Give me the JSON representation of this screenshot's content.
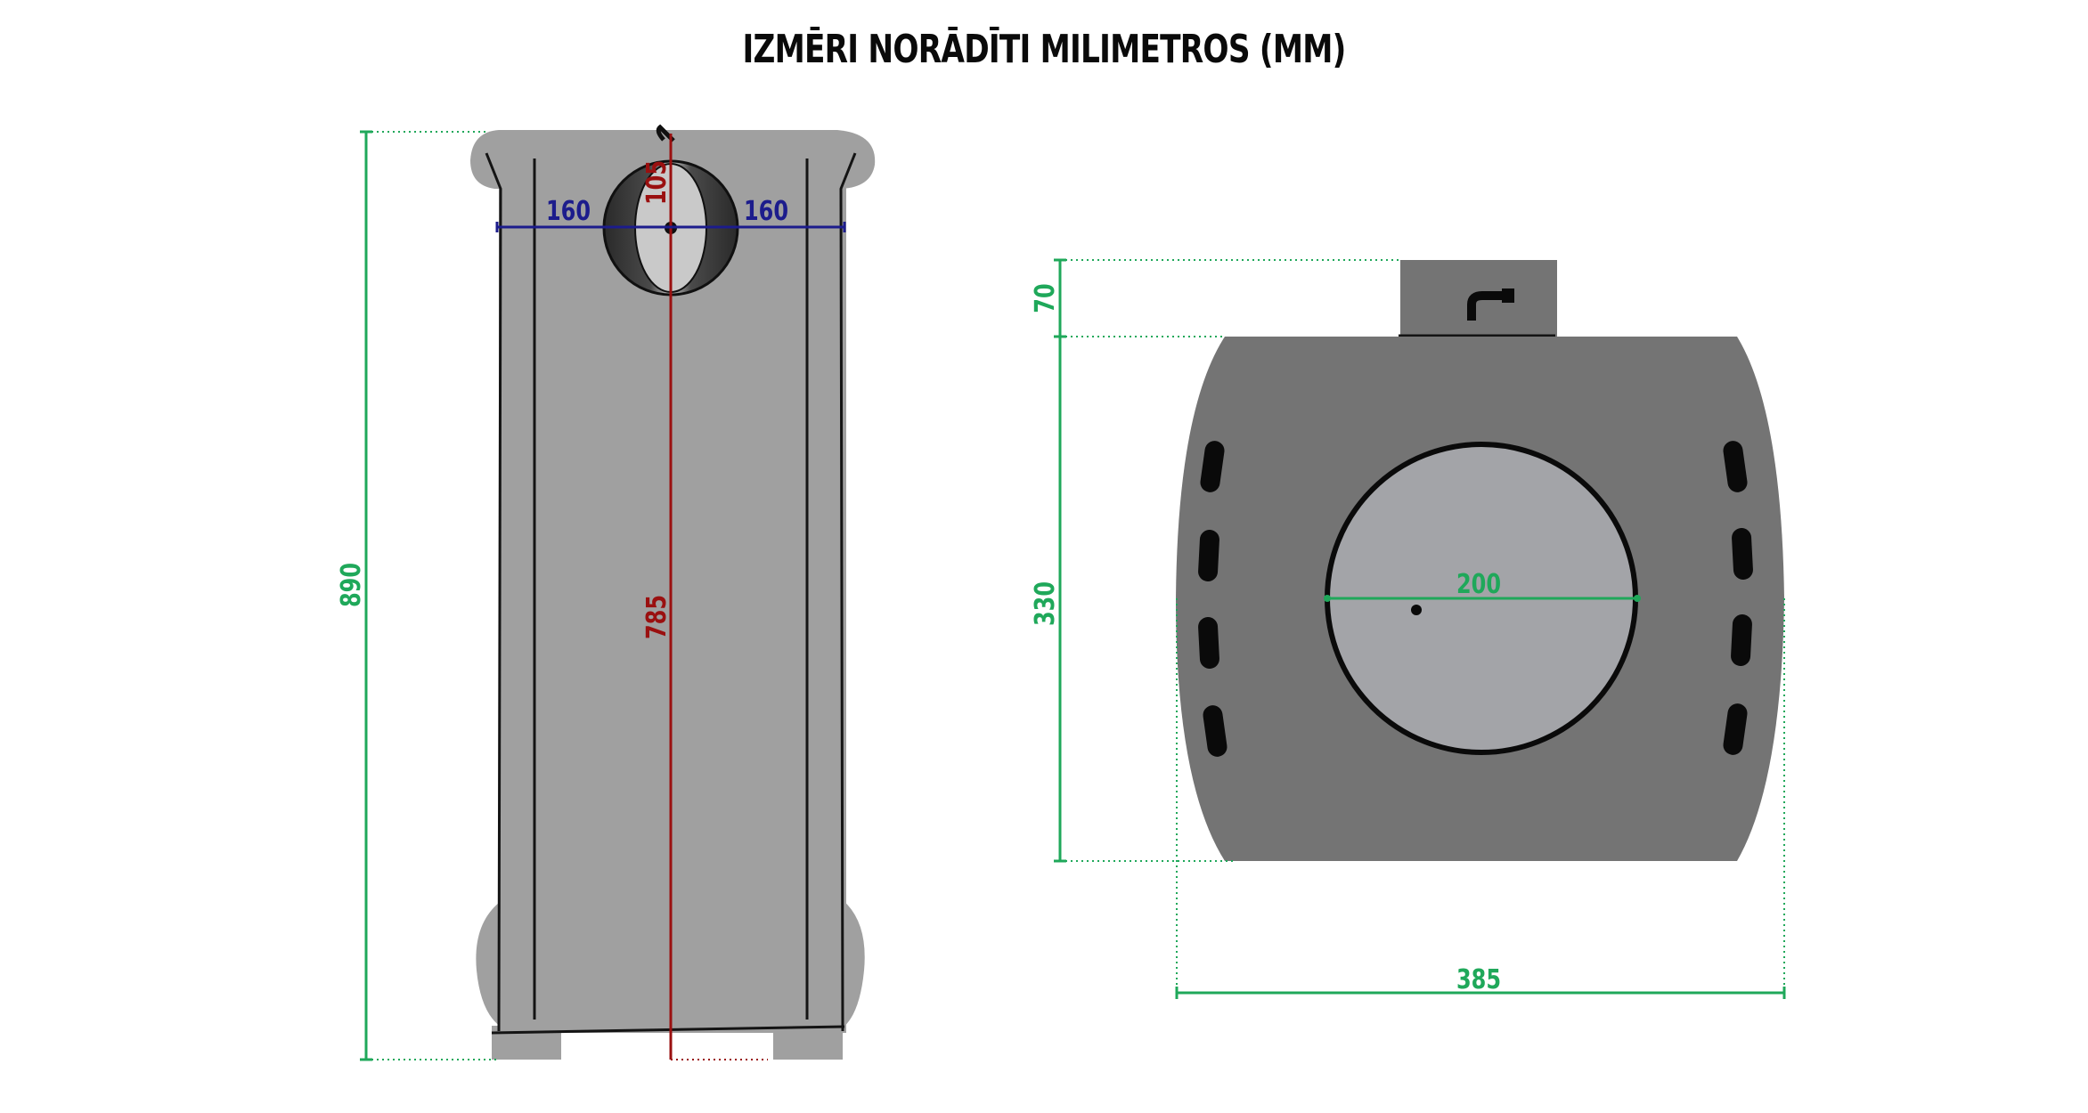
{
  "title": "IZMĒRI NORĀDĪTI MILIMETROS (MM)",
  "colors": {
    "dimension_green": "#1fa85a",
    "dimension_blue": "#1c1c8c",
    "dimension_red": "#9a1010",
    "body_light_gray": "#a0a0a0",
    "body_dark_gray": "#747474",
    "disc_gray": "#a3a4a8",
    "outline": "#101010"
  },
  "front_view": {
    "total_height_label": "890",
    "pipe_center_height_label": "785",
    "pipe_diameter_label": "105",
    "left_offset_label": "160",
    "right_offset_label": "160"
  },
  "top_view": {
    "collar_depth_label": "70",
    "body_depth_label": "330",
    "body_width_label": "385",
    "opening_diameter_label": "200"
  }
}
